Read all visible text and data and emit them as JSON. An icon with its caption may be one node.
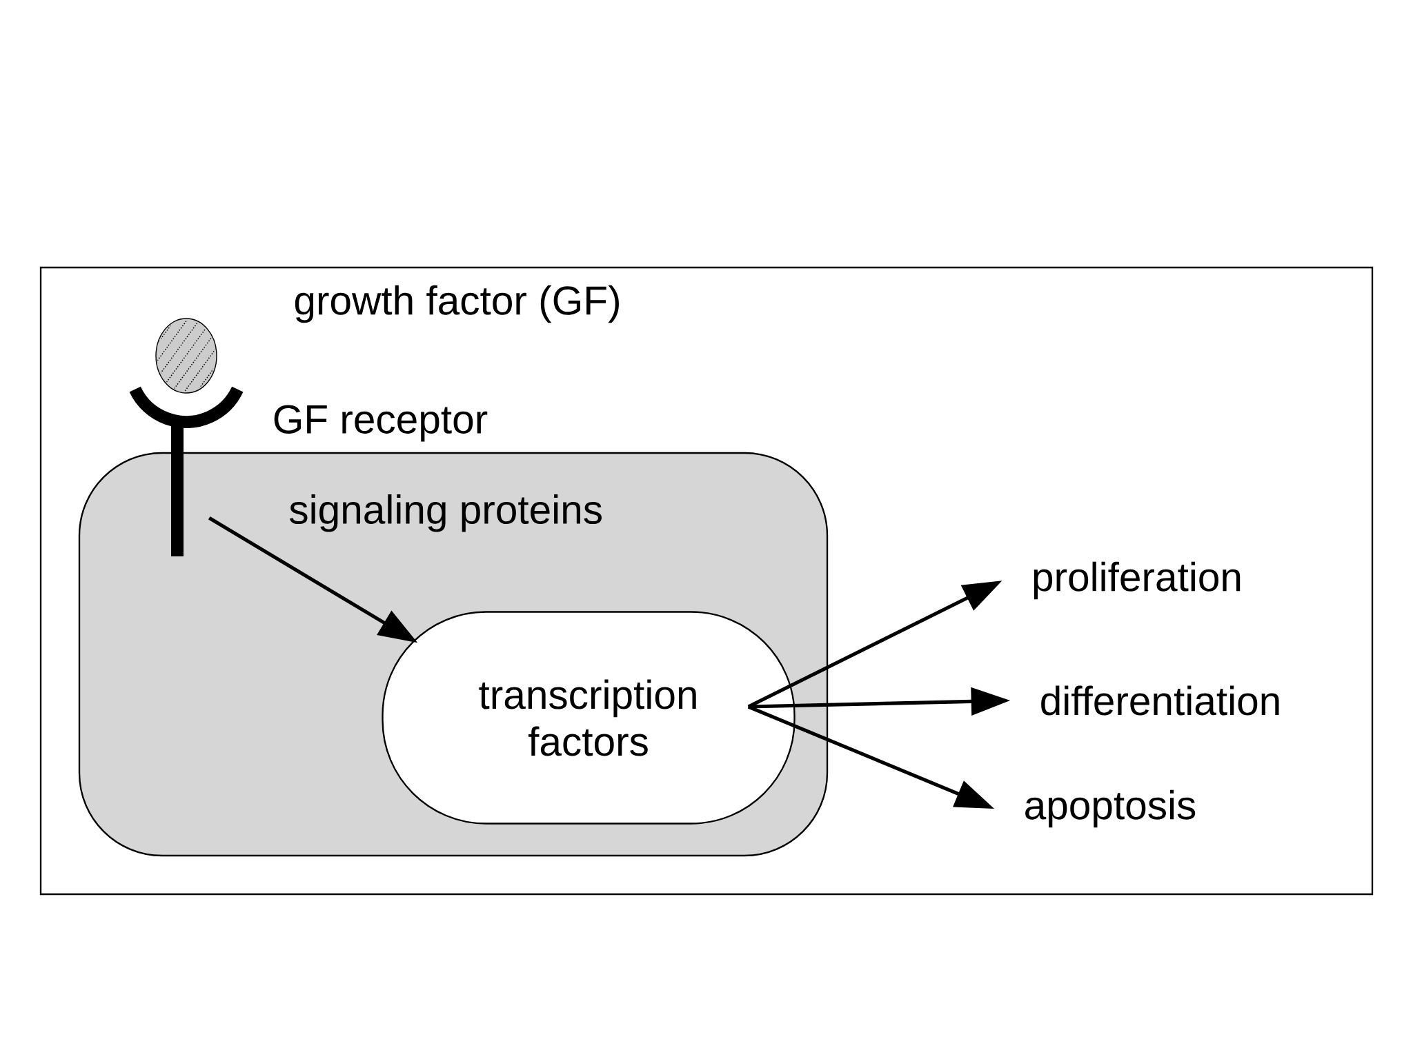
{
  "diagram": {
    "nodes": [
      {
        "text": [],
        "shape": "picture",
        "beside": [
          "GF receptor"
        ]
      },
      {
        "text": [
          "signaling proteins"
        ]
      },
      {
        "text": [
          "transcription factors"
        ],
        "in": 1
      },
      {
        "text": [
          "proliferation"
        ]
      },
      {
        "text": [
          "differentiation"
        ]
      },
      {
        "text": [
          "apoptosis"
        ]
      }
    ],
    "edges": [
      {
        "from": 0,
        "to": 2,
        "arrow": "to"
      },
      {
        "from": 2,
        "to": 3,
        "arrow": "to"
      },
      {
        "from": 2,
        "to": 4,
        "arrow": "to"
      },
      {
        "from": 2,
        "to": 5,
        "arrow": "to"
      }
    ],
    "labels": [
      "growth factor (GF)"
    ]
  }
}
